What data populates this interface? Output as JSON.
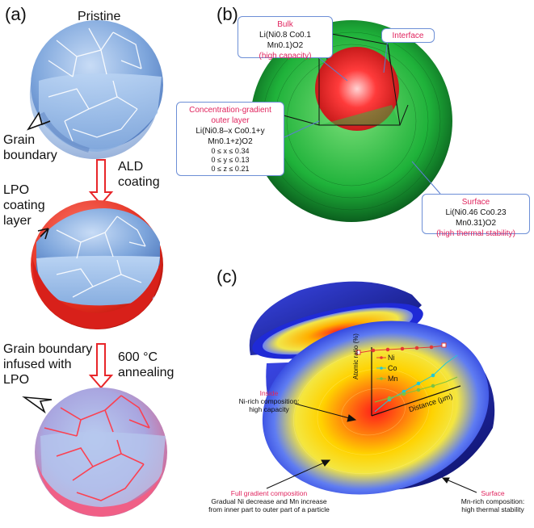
{
  "panel_a": {
    "label": "(a)",
    "pristine": "Pristine",
    "grain_boundary": [
      "Grain",
      "boundary"
    ],
    "ald_coating": [
      "ALD",
      "coating"
    ],
    "lpo_layer": [
      "LPO",
      "coating",
      "layer"
    ],
    "grain_infused": [
      "Grain boundary",
      "infused with",
      "LPO"
    ],
    "annealing": [
      "600 °C",
      "annealing"
    ]
  },
  "panel_b": {
    "label": "(b)",
    "bulk": {
      "title": "Bulk",
      "formula": "Li(Ni0.8 Co0.1 Mn0.1)O2",
      "note": "(high capacity)"
    },
    "interface": "Interface",
    "gradient": {
      "title": "Concentration-gradient",
      "title2": "outer layer",
      "formula": "Li(Ni0.8–x Co0.1+y Mn0.1+z)O2",
      "ranges": [
        "0 ≤ x ≤ 0.34",
        "0 ≤ y ≤ 0.13",
        "0 ≤ z ≤ 0.21"
      ]
    },
    "surface": {
      "title": "Surface",
      "formula": "Li(Ni0.46 Co0.23 Mn0.31)O2",
      "note": "(high thermal stability)"
    }
  },
  "panel_c": {
    "label": "(c)",
    "legend": [
      "Ni",
      "Co",
      "Mn"
    ],
    "y_axis": "Atomic ratio (%)",
    "x_axis": "Distance (μm)",
    "inside": {
      "title": "Inside",
      "line1": "Ni-rich composition:",
      "line2": "high capacity"
    },
    "full_gradient": {
      "title": "Full gradient composition",
      "line1": "Gradual Ni decrease and Mn increase",
      "line2": "from inner part to outer part of a particle"
    },
    "surface": {
      "title": "Surface",
      "line1": "Mn-rich composition:",
      "line2": "high thermal stability"
    }
  },
  "colors": {
    "accent_red": "#e0245e",
    "box_border": "#6d8fd6",
    "arrow_red": "#e8262a",
    "ni": "#e53935",
    "co": "#1ec8d8",
    "mn": "#7cc242"
  }
}
